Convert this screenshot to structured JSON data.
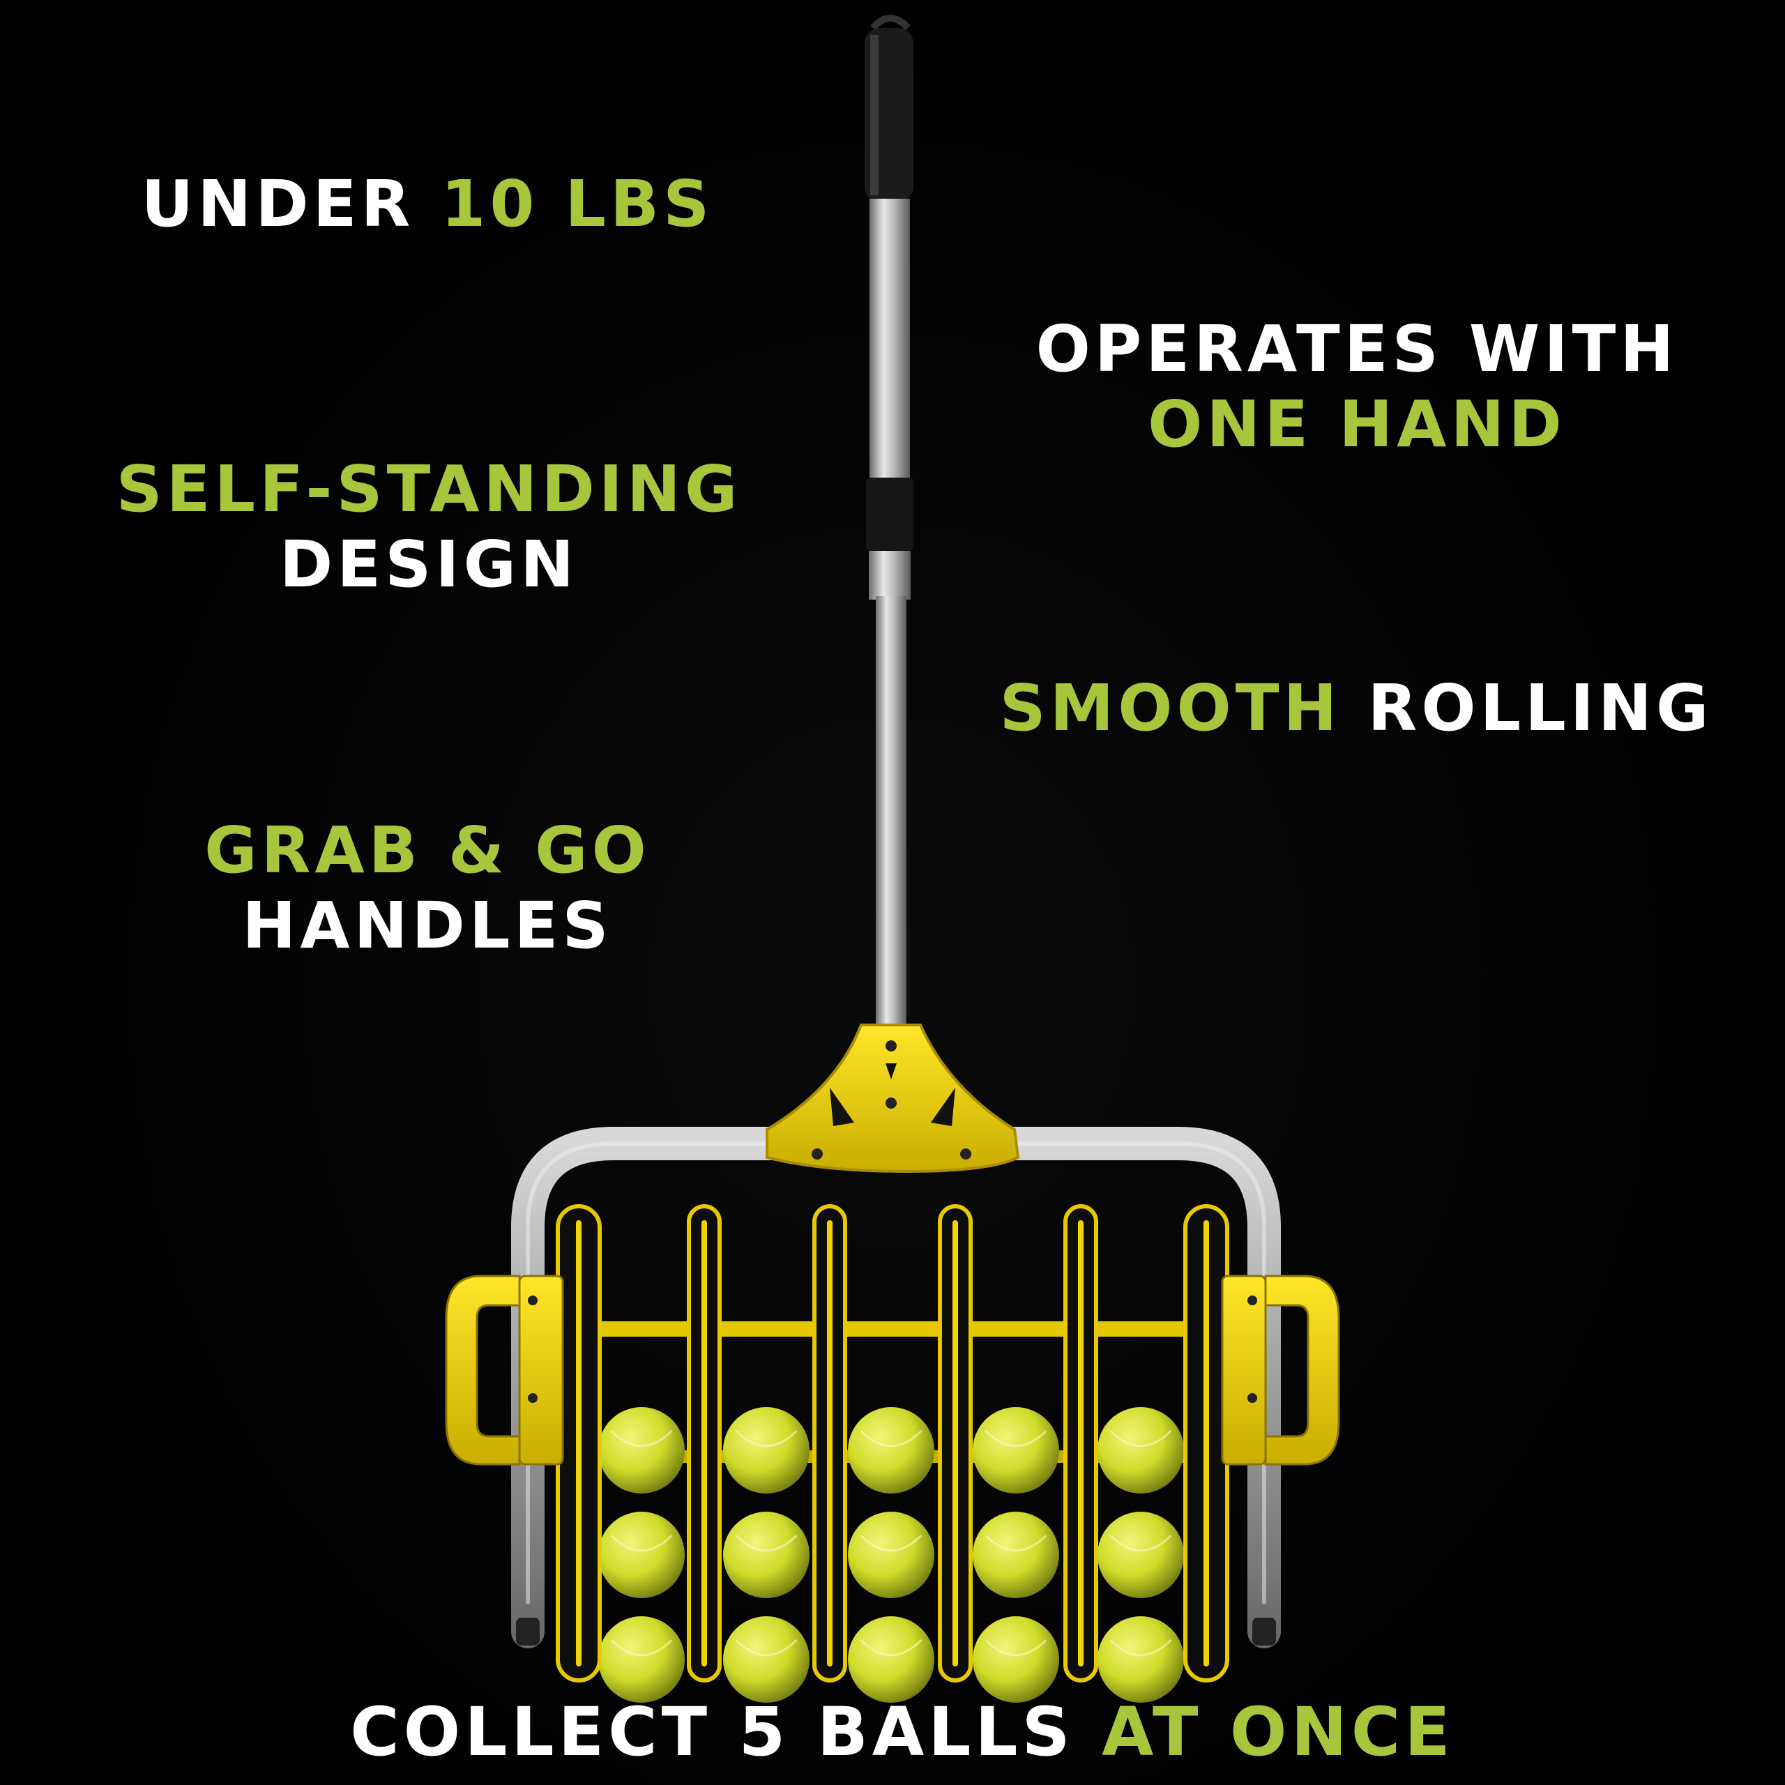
{
  "colors": {
    "background": "#000000",
    "text_white": "#ffffff",
    "text_accent": "#a8c63b",
    "product_yellow": "#f2d500",
    "ball_green": "#d6e23a"
  },
  "features": {
    "weight": {
      "w1": "UNDER ",
      "g1": "10 LBS"
    },
    "hand": {
      "w1": "OPERATES WITH",
      "g1": "ONE HAND"
    },
    "stand": {
      "g1": "SELF-STANDING",
      "w1": "DESIGN"
    },
    "rolling": {
      "g1": "SMOOTH ",
      "w1": "ROLLING"
    },
    "handles": {
      "g1": "GRAB & GO",
      "w1": "HANDLES"
    },
    "collect": {
      "w1": "COLLECT 5 BALLS ",
      "g1": "AT ONCE"
    }
  },
  "product": {
    "icons": [
      "tennis-ball-collector",
      "tennis-ball-icon"
    ],
    "ball_columns": 5,
    "ball_rows": 3
  }
}
